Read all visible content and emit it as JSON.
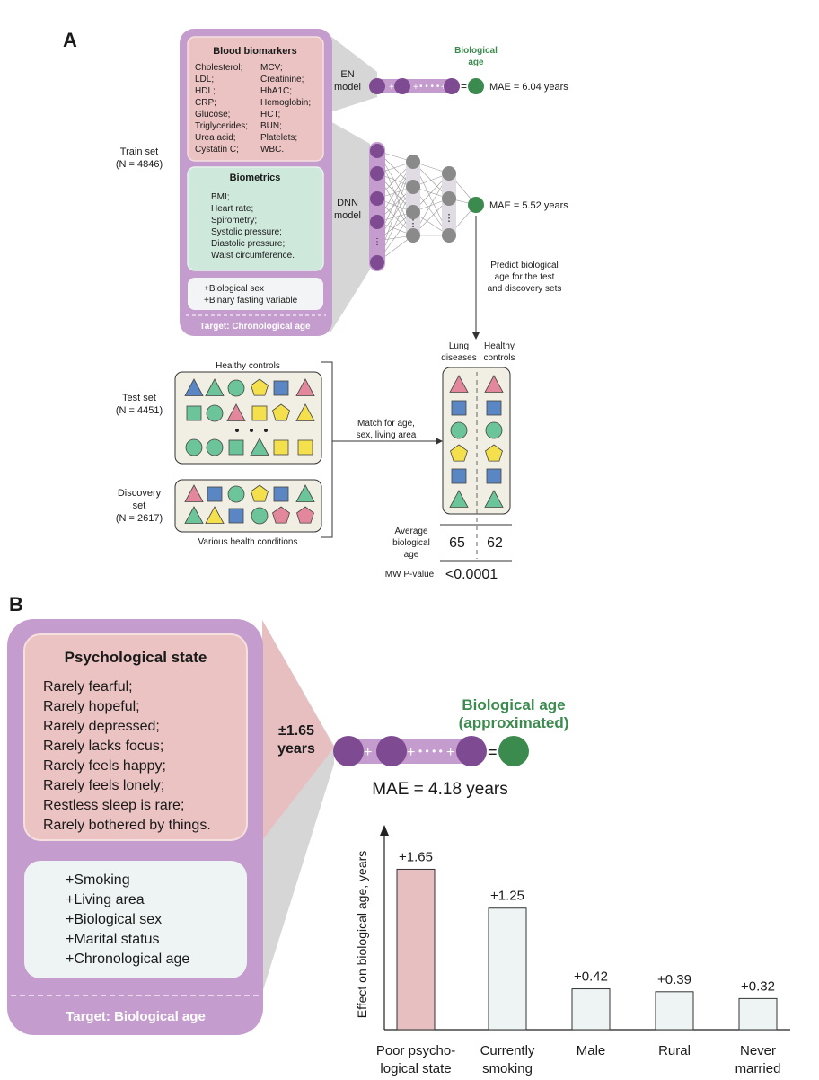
{
  "panel_a": {
    "letter": "A",
    "train_set": [
      "Train set",
      "(N = 4846)"
    ],
    "blood": {
      "title": "Blood biomarkers",
      "left": [
        "Cholesterol;",
        "LDL;",
        "HDL;",
        "CRP;",
        "Glucose;",
        "Triglycerides;",
        "Urea acid;",
        "Cystatin C;"
      ],
      "right": [
        "MCV;",
        "Creatinine;",
        "HbA1C;",
        "Hemoglobin;",
        "HCT;",
        "BUN;",
        "Platelets;",
        "WBC."
      ]
    },
    "biometrics": {
      "title": "Biometrics",
      "items": [
        "BMI;",
        "Heart rate;",
        "Spirometry;",
        "Systolic pressure;",
        "Diastolic pressure;",
        "Waist circumference."
      ]
    },
    "extra": [
      "+Biological sex",
      "+Binary fasting variable"
    ],
    "target": "Target: Chronological age",
    "en_model": [
      "EN",
      "model"
    ],
    "dnn_model": [
      "DNN",
      "model"
    ],
    "bio_age": [
      "Biological",
      "age"
    ],
    "mae_en": "MAE = 6.04 years",
    "mae_dnn": "MAE = 5.52 years",
    "predict": [
      "Predict biological",
      "age for the test",
      "and discovery sets"
    ],
    "lung": [
      "Lung",
      "diseases"
    ],
    "healthy": [
      "Healthy",
      "controls"
    ],
    "healthy_controls_top": "Healthy controls",
    "test_set": [
      "Test set",
      "(N = 4451)"
    ],
    "discovery_set": [
      "Discovery",
      "set",
      "(N = 2617)"
    ],
    "various": "Various health conditions",
    "match": [
      "Match for age,",
      "sex, living area"
    ],
    "avg_age": [
      "Average",
      "biological",
      "age"
    ],
    "avg_lung": "65",
    "avg_healthy": "62",
    "mw_label": "MW P-value",
    "mw_value": "<0.0001"
  },
  "panel_b": {
    "letter": "B",
    "psych": {
      "title": "Psychological state",
      "items": [
        "Rarely fearful;",
        "Rarely hopeful;",
        "Rarely depressed;",
        "Rarely lacks focus;",
        "Rarely feels happy;",
        "Rarely feels lonely;",
        "Restless sleep is rare;",
        "Rarely bothered by things."
      ]
    },
    "extra": [
      "+Smoking",
      "+Living area",
      "+Biological sex",
      "+Marital status",
      "+Chronological age"
    ],
    "target": "Target: Biological age",
    "effect": [
      "±1.65",
      "years"
    ],
    "bio_age": [
      "Biological age",
      "(approximated)"
    ],
    "mae": "MAE = 4.18 years"
  },
  "chart_data": {
    "type": "bar",
    "ylabel": "Effect on biological age, years",
    "categories": [
      [
        "Poor psycho-",
        "logical state"
      ],
      [
        "Currently",
        "smoking"
      ],
      [
        "Male"
      ],
      [
        "Rural"
      ],
      [
        "Never",
        "married"
      ]
    ],
    "values": [
      1.65,
      1.25,
      0.42,
      0.39,
      0.32
    ],
    "value_labels": [
      "+1.65",
      "+1.25",
      "+0.42",
      "+0.39",
      "+0.32"
    ],
    "colors": [
      "#e7bfc0",
      "#eef4f4",
      "#eef4f4",
      "#eef4f4",
      "#eef4f4"
    ],
    "ylim": [
      0,
      1.95
    ],
    "grid": false
  }
}
